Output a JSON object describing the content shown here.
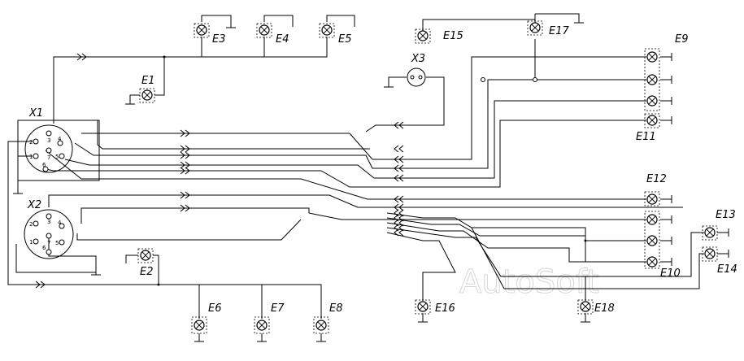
{
  "labels": {
    "E1": "E1",
    "E2": "E2",
    "E3": "E3",
    "E4": "E4",
    "E5": "E5",
    "E6": "E6",
    "E7": "E7",
    "E8": "E8",
    "E9": "E9",
    "E10": "E10",
    "E11": "E11",
    "E12": "E12",
    "E13": "E13",
    "E14": "E14",
    "E15": "E15",
    "E16": "E16",
    "E17": "E17",
    "E18": "E18",
    "X1": "X1",
    "X2": "X2",
    "X3": "X3"
  },
  "x1_pins": [
    "1",
    "2",
    "3",
    "4",
    "5",
    "6",
    "7"
  ],
  "x2_pins": [
    "1",
    "2",
    "3",
    "4",
    "5",
    "6",
    "7"
  ],
  "watermark": "AutoSoft"
}
